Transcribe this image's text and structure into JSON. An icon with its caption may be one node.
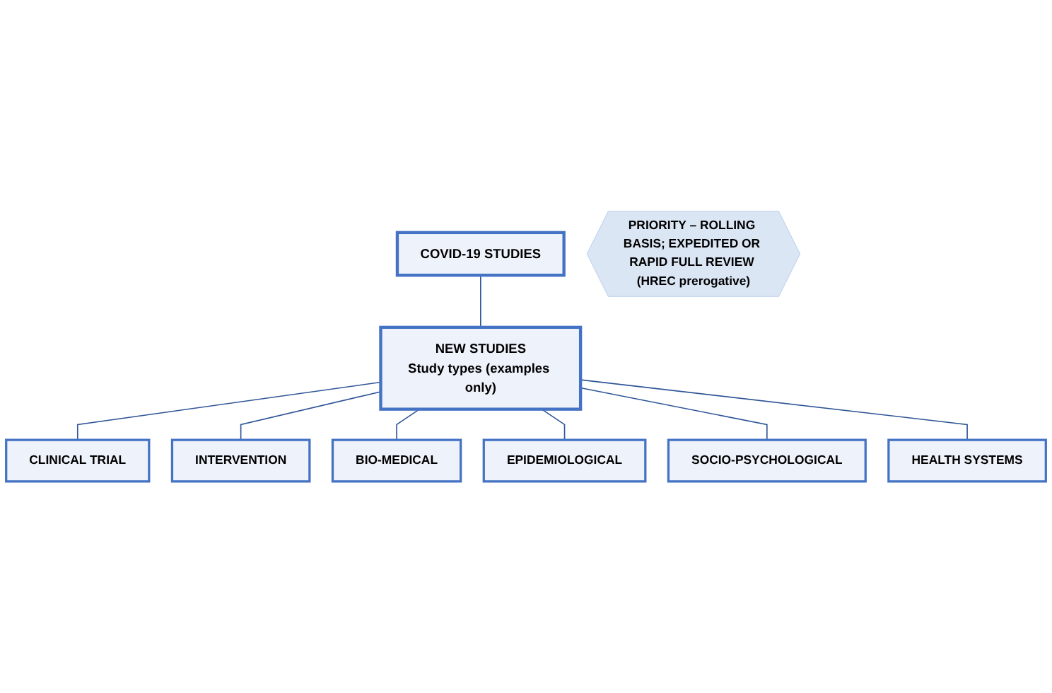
{
  "diagram": {
    "nodes": [
      {
        "text": [
          "COVID-19 STUDIES"
        ]
      },
      {
        "text": [
          "NEW STUDIES",
          "Study types (examples only)"
        ]
      },
      {
        "text": [
          "CLINICAL TRIAL"
        ]
      },
      {
        "text": [
          "INTERVENTION"
        ]
      },
      {
        "text": [
          "BIO-MEDICAL"
        ]
      },
      {
        "text": [
          "EPIDEMIOLOGICAL"
        ]
      },
      {
        "text": [
          "SOCIO-PSYCHOLOGICAL"
        ]
      },
      {
        "text": [
          "HEALTH SYSTEMS"
        ]
      },
      {
        "text": [
          "PRIORITY – ROLLING BASIS; EXPEDITED OR RAPID FULL REVIEW (HREC prerogative)"
        ]
      }
    ],
    "edges": [
      {
        "from": 0,
        "to": 1,
        "arrow": "none"
      },
      {
        "from": 1,
        "to": 2,
        "arrow": "none"
      },
      {
        "from": 1,
        "to": 3,
        "arrow": "none"
      },
      {
        "from": 1,
        "to": 4,
        "arrow": "none"
      },
      {
        "from": 1,
        "to": 5,
        "arrow": "none"
      },
      {
        "from": 1,
        "to": 6,
        "arrow": "none"
      },
      {
        "from": 1,
        "to": 7,
        "arrow": "none"
      }
    ]
  }
}
